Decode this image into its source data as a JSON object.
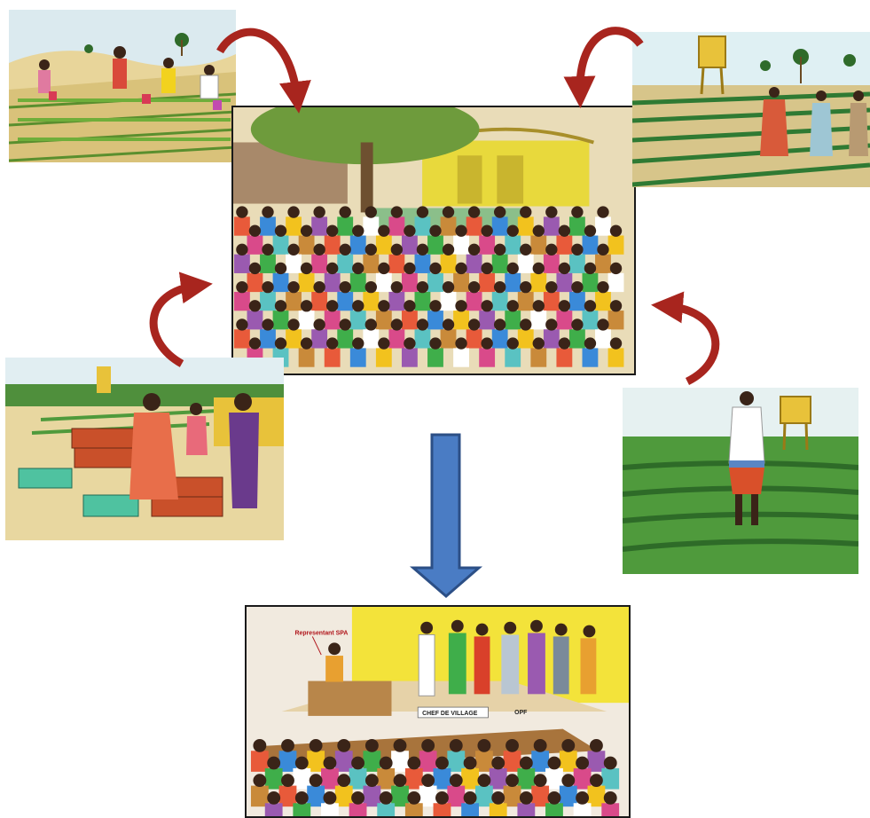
{
  "diagram": {
    "panels": [
      {
        "id": "top-left",
        "description_icon": "watering-field-scene"
      },
      {
        "id": "center",
        "description_icon": "village-assembly-scene"
      },
      {
        "id": "top-right",
        "description_icon": "farmers-inspecting-field-scene"
      },
      {
        "id": "mid-left",
        "description_icon": "market-sale-scene"
      },
      {
        "id": "mid-right",
        "description_icon": "farmer-in-field-scene"
      },
      {
        "id": "bottom",
        "description_icon": "committee-meeting-scene"
      }
    ],
    "bottom_labels": {
      "representative": "Representant SPA",
      "chief": "CHEF DE VILLAGE",
      "opf": "OPF"
    },
    "colors": {
      "curved_arrow": "#a8251e",
      "down_arrow_fill": "#4a7cc4",
      "down_arrow_stroke": "#2c4f86",
      "sky": "#d9ecef",
      "field_green": "#3f8f3a",
      "sand": "#e6cf93"
    }
  }
}
